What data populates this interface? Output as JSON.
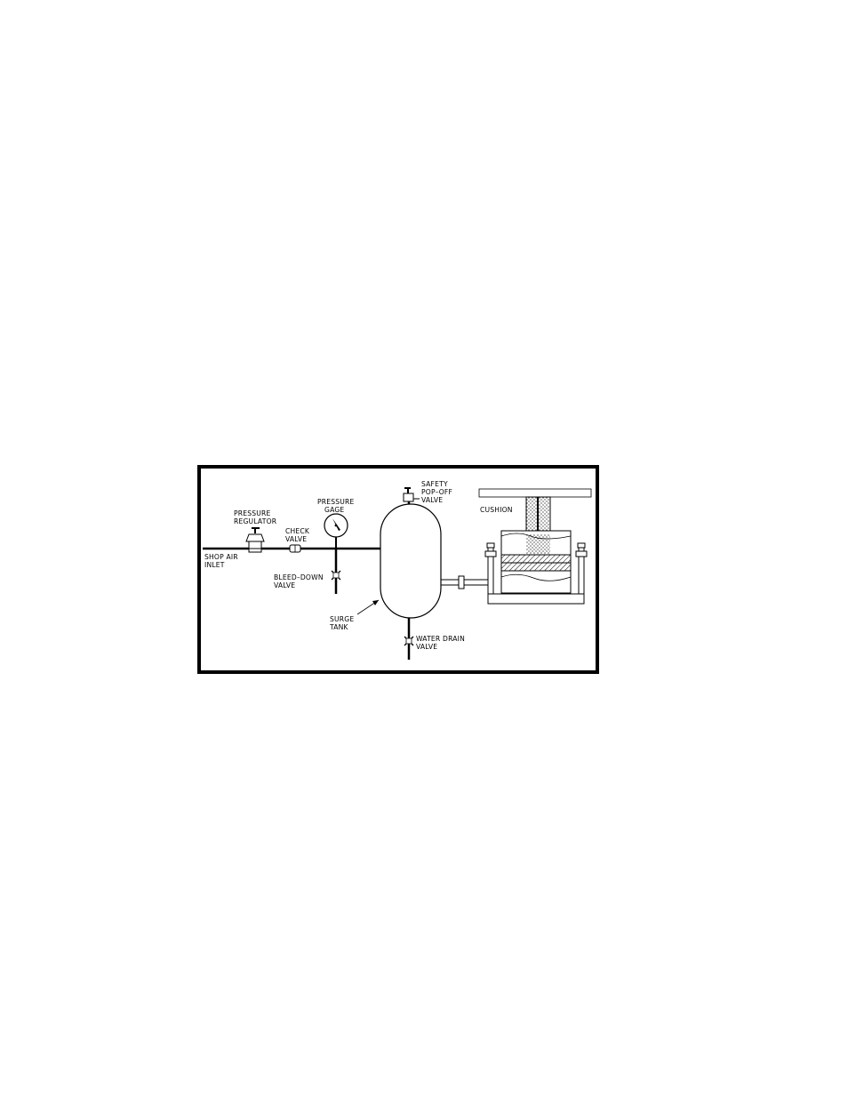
{
  "diagram": {
    "labels": {
      "shop_air_inlet": [
        "SHOP AIR",
        "INLET"
      ],
      "pressure_regulator": [
        "PRESSURE",
        "REGULATOR"
      ],
      "check_valve": [
        "CHECK",
        "VALVE"
      ],
      "pressure_gage": [
        "PRESSURE",
        "GAGE"
      ],
      "bleed_down_valve": [
        "BLEED–DOWN",
        "VALVE"
      ],
      "surge_tank": [
        "SURGE",
        "TANK"
      ],
      "safety_pop_off_valve": [
        "SAFETY",
        "POP–OFF",
        "VALVE"
      ],
      "water_drain_valve": [
        "WATER DRAIN",
        "VALVE"
      ],
      "cushion": "CUSHION"
    },
    "colors": {
      "line": "#000000",
      "background": "#ffffff"
    },
    "icons": [
      "pressure-regulator-icon",
      "check-valve-icon",
      "pressure-gauge-icon",
      "gate-valve-icon",
      "relief-valve-icon",
      "tank-icon",
      "press-fixture-icon"
    ]
  }
}
